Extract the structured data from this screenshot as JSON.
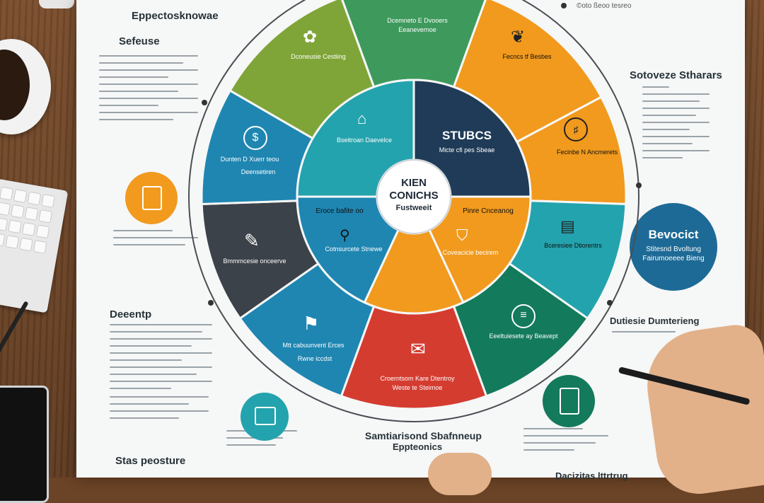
{
  "left": {
    "title_top": "Eppectosknowae",
    "section1": "Sefeuse",
    "section2": "Deeentp",
    "section3": "Stas peosture"
  },
  "right": {
    "section1": "Sotoveze Stharars",
    "section2": "Dutiesie Dumterieng",
    "section3": "Dacizitas lttrtrug",
    "top_small": "©oto ßeoo tesreo"
  },
  "bottom_center": {
    "line1": "Samtiarisond Sbafnneup",
    "line2": "Eppteonics"
  },
  "hub": {
    "line1": "KIEN",
    "line2": "CONICHS",
    "line3": "Fustweeit"
  },
  "inner_segments": {
    "teal_top": "Bseitroan Daevelce",
    "navy": "STUBCS",
    "navy_sub": "Micte cfi pes Sbeae",
    "blue_left": "Eroce bafite oo",
    "blue_left_sub": "Cotnsurcete Stnewe",
    "orange": "Pinre Cnceanog",
    "orange_sub": "Coveacicle becirem"
  },
  "outer_segments": {
    "green_top": "Dcemneto E Dvooers",
    "green_top_sub": "Eeanevernoe",
    "olive_top": "Dconeusie Cestiing",
    "orange_top": "Fecncs tf Besbes",
    "blue_left": "Dunten D Xuerr teou",
    "blue_left_sub": "Deensetiren",
    "gray": "Bmmmcesie onceerve",
    "orange_right": "Fecinbe N Ancmerets",
    "teal_right": "Bceresiee Dtiorentrs",
    "teal_bottom": "Mtt cabuunvent Erces",
    "teal_bottom_sub": "Rwne iccdst",
    "red": "Croerntsom Kare Dtentroy",
    "red_sub": "Weste te Steimoe",
    "green_bottom": "Eeeltuiesete ay Beavept"
  },
  "badge": {
    "title": "Bevocict",
    "line1": "Stitesnd Bvoltung",
    "line2": "Fairumoeeee Bieng"
  },
  "colors": {
    "olive": "#7fa538",
    "green": "#3d9a5c",
    "orange": "#f19a1e",
    "blue": "#1f86b2",
    "teal": "#23a3ad",
    "navy": "#1f3b57",
    "gray": "#3c4249",
    "red": "#d43c30",
    "darkgreen": "#137a5b"
  },
  "icons": [
    "flower-icon",
    "leaf-icon",
    "dollar-icon",
    "document-icon",
    "shield-icon",
    "key-icon",
    "flag-icon",
    "chat-icon",
    "clipboard-icon",
    "target-icon",
    "monitor-icon"
  ]
}
